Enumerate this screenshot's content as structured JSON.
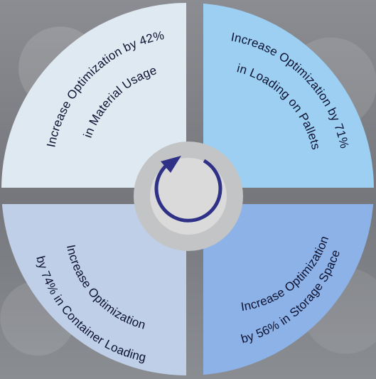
{
  "diagram": {
    "quadrants": [
      {
        "name": "top-left",
        "color": "#dfe9f2",
        "line1": "Increase Optimization by 42%",
        "line2": "in Material Usage"
      },
      {
        "name": "top-right",
        "color": "#9ccff2",
        "line1": "Increase Optimization by 71%",
        "line2": "in Loading on Pallets"
      },
      {
        "name": "bottom-left",
        "color": "#bfcfe8",
        "line1": "Increase Optimization",
        "line2": "by 74% in Container Loading"
      },
      {
        "name": "bottom-right",
        "color": "#8db2e8",
        "line1": "Increase Optimization",
        "line2": "by 56% in Storage Space"
      }
    ],
    "center": {
      "ring_color": "#c2c4c6",
      "arrow_color": "#2f3187",
      "icon": "cycle-arrow-icon"
    }
  }
}
